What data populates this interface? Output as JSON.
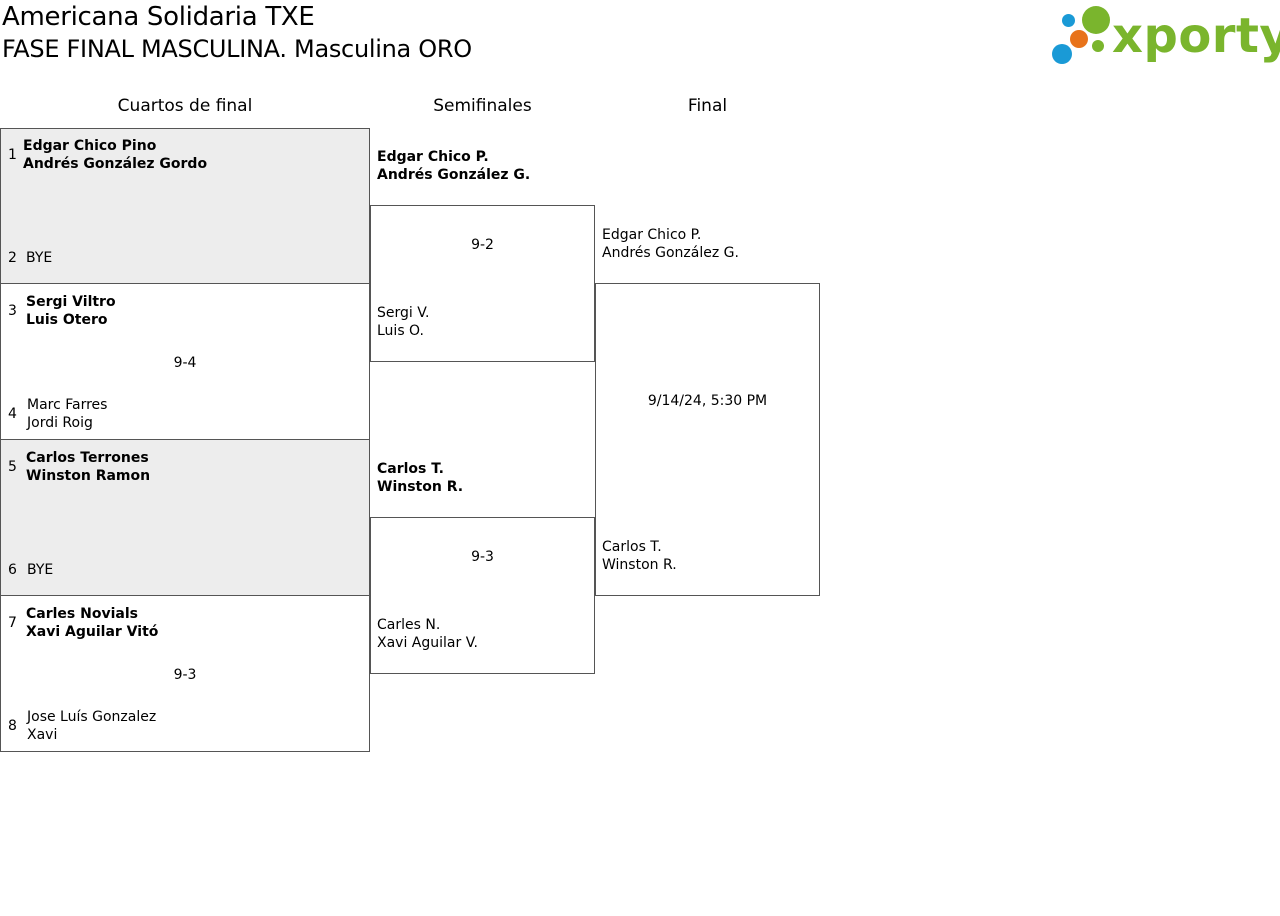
{
  "header": {
    "title": "Americana Solidaria TXE",
    "subtitle": "FASE FINAL MASCULINA. Masculina ORO",
    "logo_text": "xporty"
  },
  "rounds": {
    "quarterfinals": "Cuartos de final",
    "semifinals": "Semifinales",
    "final": "Final"
  },
  "quarterfinals": [
    {
      "top": {
        "seed": "1",
        "p1": "Edgar Chico Pino",
        "p2": "Andrés González Gordo",
        "winner": true
      },
      "bottom": {
        "seed": "2",
        "p1": "BYE",
        "p2": "",
        "winner": false
      },
      "score": ""
    },
    {
      "top": {
        "seed": "3",
        "p1": "Sergi Viltro",
        "p2": "Luis Otero",
        "winner": true
      },
      "bottom": {
        "seed": "4",
        "p1": "Marc Farres",
        "p2": "Jordi Roig",
        "winner": false
      },
      "score": "9-4"
    },
    {
      "top": {
        "seed": "5",
        "p1": "Carlos Terrones",
        "p2": "Winston Ramon",
        "winner": true
      },
      "bottom": {
        "seed": "6",
        "p1": "BYE",
        "p2": "",
        "winner": false
      },
      "score": ""
    },
    {
      "top": {
        "seed": "7",
        "p1": "Carles Novials",
        "p2": "Xavi Aguilar Vitó",
        "winner": true
      },
      "bottom": {
        "seed": "8",
        "p1": "Jose Luís Gonzalez",
        "p2": "Xavi",
        "winner": false
      },
      "score": "9-3"
    }
  ],
  "semifinals": [
    {
      "top": {
        "p1": "Edgar Chico P.",
        "p2": "Andrés González G.",
        "winner": true
      },
      "bottom": {
        "p1": "Sergi V.",
        "p2": "Luis O.",
        "winner": false
      },
      "score": "9-2"
    },
    {
      "top": {
        "p1": "Carlos T.",
        "p2": "Winston R.",
        "winner": true
      },
      "bottom": {
        "p1": "Carles N.",
        "p2": "Xavi Aguilar V.",
        "winner": false
      },
      "score": "9-3"
    }
  ],
  "final": {
    "top": {
      "p1": "Edgar Chico P.",
      "p2": "Andrés González G."
    },
    "bottom": {
      "p1": "Carlos T.",
      "p2": "Winston R."
    },
    "schedule": "9/14/24, 5:30 PM"
  },
  "colors": {
    "bye_row_bg": "#ededed",
    "border": "#555555",
    "logo_green": "#7ab52d",
    "logo_blue": "#1a9ad6",
    "logo_orange": "#e8731a"
  },
  "icons": [
    "xporty-logo"
  ]
}
